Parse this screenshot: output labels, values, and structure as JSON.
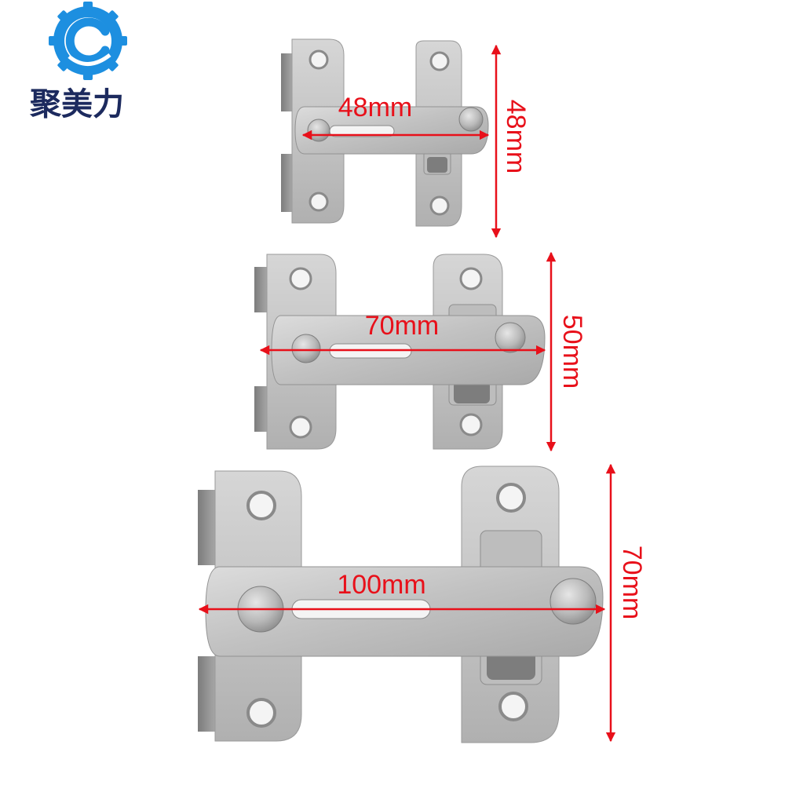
{
  "brand": {
    "name": "聚美力",
    "logo_icon": "gear-c-logo",
    "colors": {
      "logo_blue": "#1d8fe0",
      "logo_text": "#1c2a5e"
    }
  },
  "dimension_color": "#e8101a",
  "latches": [
    {
      "id": "small",
      "width_label": "48mm",
      "height_label": "48mm"
    },
    {
      "id": "medium",
      "width_label": "70mm",
      "height_label": "50mm"
    },
    {
      "id": "large",
      "width_label": "100mm",
      "height_label": "70mm"
    }
  ]
}
